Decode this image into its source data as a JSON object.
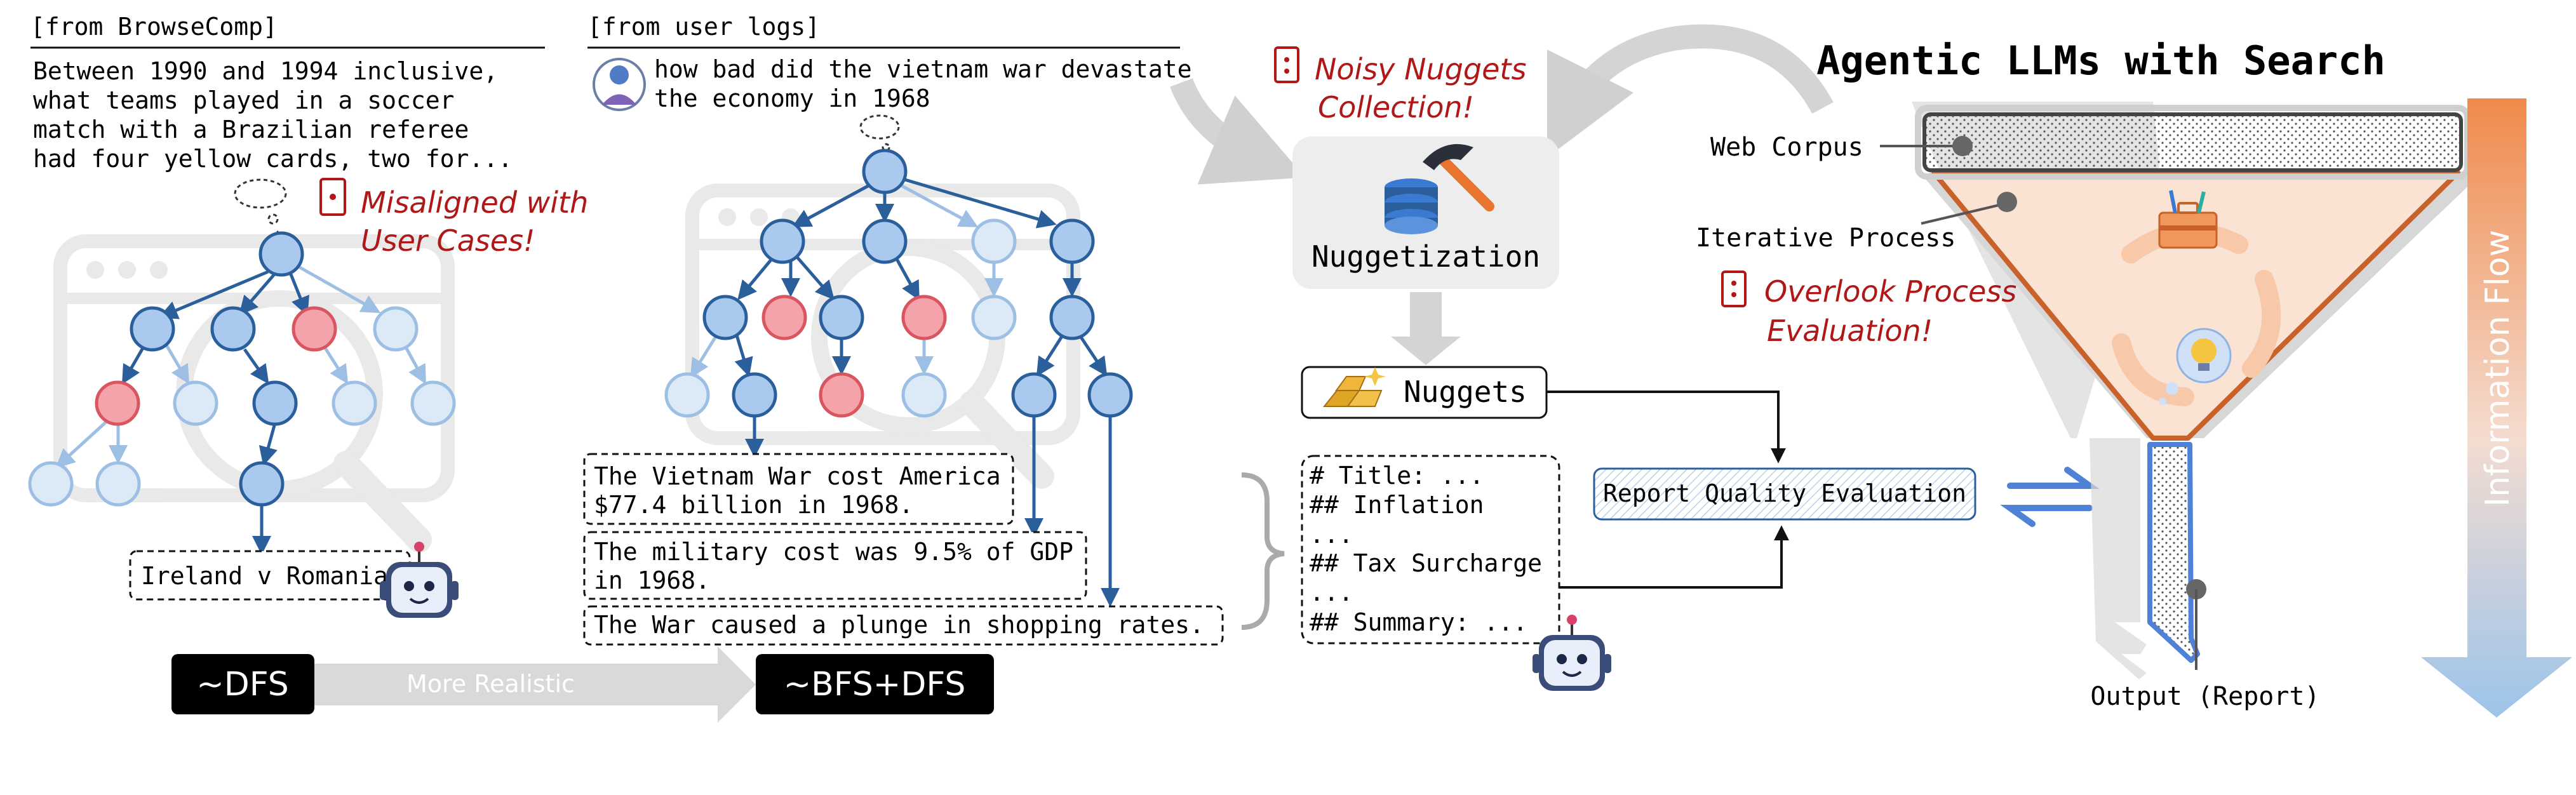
{
  "colors": {
    "node_blue": "#a9c9ee",
    "node_blue_stroke": "#2b5f9c",
    "node_faded": "#dce9f7",
    "node_faded_stroke": "#9dbfe3",
    "node_red": "#f5a3aa",
    "node_red_stroke": "#d9555f",
    "edge": "#2b5f9c",
    "alert_red": "#b01818",
    "funnel_fill": "#fbe3d4",
    "funnel_stroke": "#c8612a",
    "flow_top": "#f08a4b",
    "flow_bottom": "#9cc4ea",
    "black_box": "#000000",
    "gray_arrow": "#d4d4d4"
  },
  "left_panel": {
    "source_label": "[from BrowseComp]",
    "question_lines": [
      "Between 1990 and 1994 inclusive,",
      "what teams played in a soccer",
      "match with a Brazilian referee",
      "had four yellow cards, two for..."
    ],
    "alert_lines": [
      "Misaligned with",
      "User Cases!"
    ],
    "answer": "Ireland v Romania"
  },
  "middle_panel": {
    "source_label": "[from user logs]",
    "query_lines": [
      "how bad did the vietnam war devastate",
      "the economy in 1968"
    ],
    "facts": [
      [
        "The Vietnam War cost America",
        "$77.4 billion in 1968."
      ],
      [
        "The military cost was 9.5% of GDP",
        "in 1968."
      ],
      [
        "The War caused a plunge in shopping rates."
      ]
    ]
  },
  "bottom_strip": {
    "left_label": "~DFS",
    "arrow_label": "More Realistic",
    "right_label": "~BFS+DFS"
  },
  "nugget_section": {
    "alert_lines": [
      "Noisy Nuggets",
      "Collection!"
    ],
    "nuggetization_label": "Nuggetization",
    "nuggets_label": "Nuggets",
    "report_lines": [
      "# Title: ...",
      "## Inflation",
      "...",
      "## Tax Surcharge",
      "...",
      "## Summary: ..."
    ],
    "evaluation_label": "Report Quality Evaluation",
    "exchange_icon": "exchange-arrows-icon"
  },
  "right_panel": {
    "title": "Agentic LLMs with Search",
    "web_corpus_label": "Web Corpus",
    "iterative_label": "Iterative Process",
    "alert_lines": [
      "Overlook Process",
      "Evaluation!"
    ],
    "output_label": "Output (Report)",
    "flow_label": "Information Flow"
  },
  "icons": {
    "robot": "robot-icon",
    "user": "user-avatar-icon",
    "thought": "thought-bubble-icon",
    "alert": "alert-card-icon",
    "hammer": "hammer-icon",
    "database": "database-icon",
    "gold": "gold-bars-icon",
    "toolbox": "toolbox-icon",
    "lightbulb": "lightbulb-icon",
    "browser": "browser-window-icon"
  }
}
